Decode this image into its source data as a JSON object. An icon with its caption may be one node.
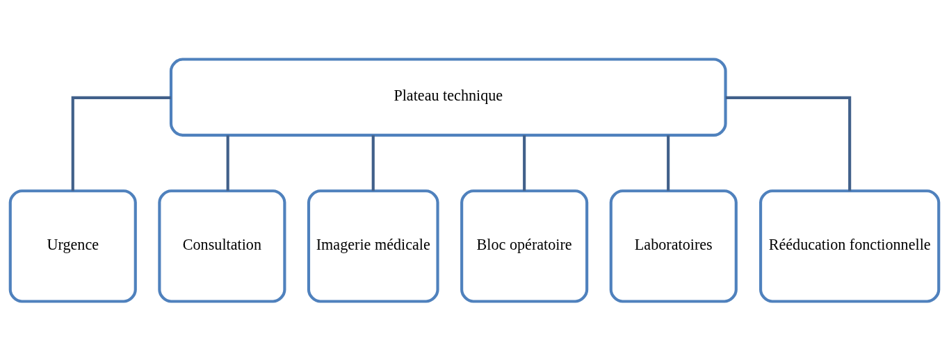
{
  "diagram": {
    "nodes": [
      {
        "text": [
          "Plateau technique"
        ]
      },
      {
        "text": [
          "Urgence"
        ]
      },
      {
        "text": [
          "Consultation"
        ]
      },
      {
        "text": [
          "Imagerie médicale"
        ]
      },
      {
        "text": [
          "Bloc opératoire"
        ]
      },
      {
        "text": [
          "Laboratoires"
        ]
      },
      {
        "text": [
          "Rééducation fonctionnelle"
        ]
      }
    ],
    "edges": [
      {
        "from": 0,
        "to": 1,
        "arrow": "none"
      },
      {
        "from": 0,
        "to": 2,
        "arrow": "none"
      },
      {
        "from": 0,
        "to": 3,
        "arrow": "none"
      },
      {
        "from": 0,
        "to": 4,
        "arrow": "none"
      },
      {
        "from": 0,
        "to": 5,
        "arrow": "none"
      },
      {
        "from": 0,
        "to": 6,
        "arrow": "none"
      }
    ]
  }
}
